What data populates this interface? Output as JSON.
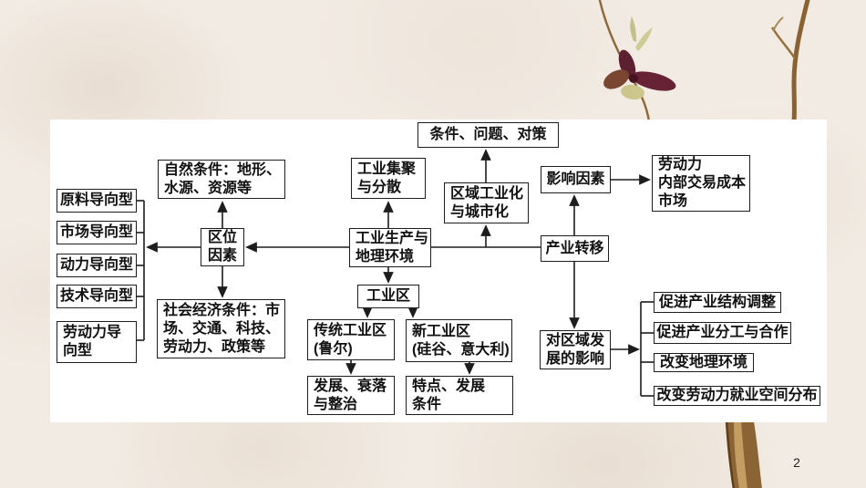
{
  "slide": {
    "page_number": "2"
  },
  "colors": {
    "background": "#f2ebe3",
    "panel": "#ffffff",
    "line": "#1d1d1d",
    "text": "#111111",
    "branch": "#8a6132",
    "flower_petal": "#5c2130",
    "flower_leaf": "#cdc68c"
  },
  "ornaments": {
    "flower": "dried-flower",
    "branch_top": "twig",
    "branch_bottom": "twig"
  },
  "nodes": {
    "condition": {
      "lines": [
        "条件、问题、对策"
      ]
    },
    "agglomeration": {
      "lines": [
        "工业集聚",
        "与分散"
      ]
    },
    "regional_urbanization": {
      "lines": [
        "区域工业化",
        "与城市化"
      ]
    },
    "influence_factors": {
      "lines": [
        "影响因素"
      ]
    },
    "transfer_factors": {
      "lines": [
        "劳动力",
        "内部交易成本",
        "市场"
      ]
    },
    "natural_conditions": {
      "lines": [
        "自然条件：地形、",
        "水源、资源等"
      ]
    },
    "raw_material": {
      "lines": [
        "原料导向型"
      ]
    },
    "market": {
      "lines": [
        "市场导向型"
      ]
    },
    "power": {
      "lines": [
        "动力导向型"
      ]
    },
    "technology": {
      "lines": [
        "技术导向型"
      ]
    },
    "labor": {
      "lines": [
        "劳动力导",
        "向型"
      ]
    },
    "location_factors": {
      "lines": [
        "区位",
        "因素"
      ]
    },
    "socioeconomic": {
      "lines": [
        "社会经济条件：市",
        "场、交通、科技、",
        "劳动力、政策等"
      ]
    },
    "hub": {
      "lines": [
        "工业生产与",
        "地理环境"
      ]
    },
    "industry_transfer": {
      "lines": [
        "产业转移"
      ]
    },
    "industrial_zone": {
      "lines": [
        "工业区"
      ]
    },
    "traditional_zone": {
      "lines": [
        "传统工业区",
        "(鲁尔)"
      ]
    },
    "new_zone": {
      "lines": [
        "新工业区",
        "(硅谷、意大利)"
      ]
    },
    "development": {
      "lines": [
        "发展、衰落",
        "与整治"
      ]
    },
    "features": {
      "lines": [
        "特点、发展",
        "条件"
      ]
    },
    "regional_impact": {
      "lines": [
        "对区域发",
        "展的影响"
      ]
    },
    "impact_1": {
      "lines": [
        "促进产业结构调整"
      ]
    },
    "impact_2": {
      "lines": [
        "促进产业分工与合作"
      ]
    },
    "impact_3": {
      "lines": [
        "改变地理环境"
      ]
    },
    "impact_4": {
      "lines": [
        "改变劳动力就业空间分布"
      ]
    }
  }
}
